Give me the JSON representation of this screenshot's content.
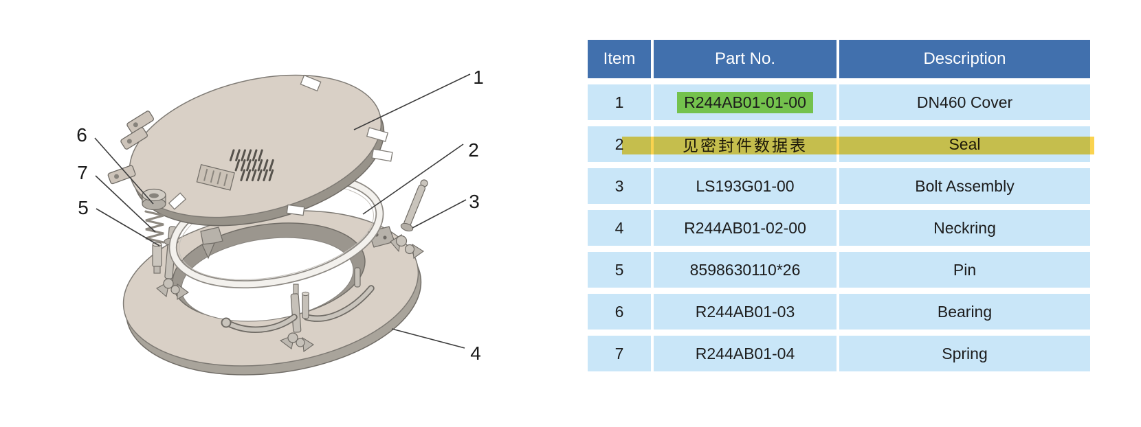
{
  "colors": {
    "table_header_bg": "#4170AD",
    "table_header_text": "#FFFFFF",
    "table_row_bg": "#C9E6F8",
    "highlight_green": "#74C24D",
    "highlight_yellow": "#FAD34F",
    "body_text": "#1C1C1C",
    "callout_text": "#1A1A1A"
  },
  "diagram": {
    "callouts": [
      {
        "label": "1",
        "points_to": "DN460 Cover"
      },
      {
        "label": "2",
        "points_to": "Seal"
      },
      {
        "label": "3",
        "points_to": "Bolt Assembly"
      },
      {
        "label": "4",
        "points_to": "Neckring"
      },
      {
        "label": "5",
        "points_to": "Pin"
      },
      {
        "label": "6",
        "points_to": "Bearing"
      },
      {
        "label": "7",
        "points_to": "Spring"
      }
    ]
  },
  "table": {
    "columns": [
      "Item",
      "Part No.",
      "Description"
    ],
    "rows": [
      {
        "item": "1",
        "part_no": "R244AB01-01-00",
        "description": "DN460 Cover",
        "part_no_highlight": "green"
      },
      {
        "item": "2",
        "part_no": "见密封件数据表",
        "description": "Seal",
        "row_highlight": "yellow"
      },
      {
        "item": "3",
        "part_no": "LS193G01-00",
        "description": "Bolt Assembly"
      },
      {
        "item": "4",
        "part_no": "R244AB01-02-00",
        "description": "Neckring"
      },
      {
        "item": "5",
        "part_no": "8598630110*26",
        "description": "Pin"
      },
      {
        "item": "6",
        "part_no": "R244AB01-03",
        "description": "Bearing"
      },
      {
        "item": "7",
        "part_no": "R244AB01-04",
        "description": "Spring"
      }
    ]
  }
}
